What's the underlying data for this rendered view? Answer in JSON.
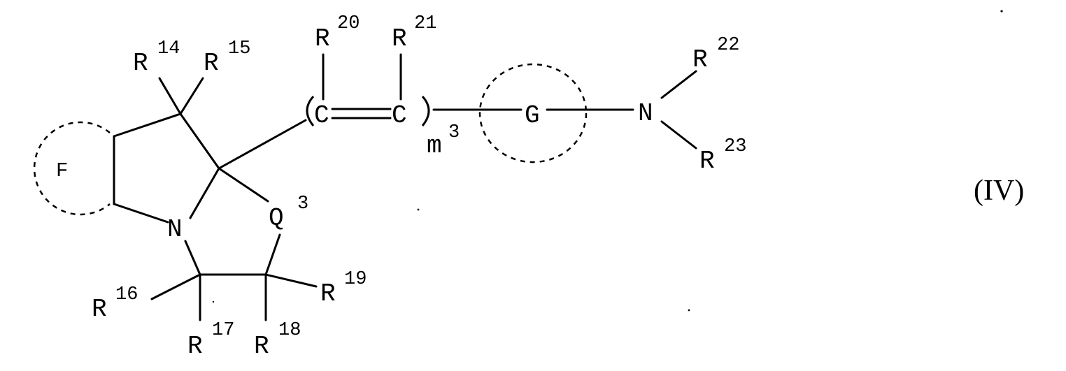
{
  "formula": {
    "equation_number": "(IV)",
    "rings": {
      "f": "F",
      "g": "G"
    },
    "atoms": {
      "n_ring": "N",
      "n_amine": "N",
      "q": "Q",
      "q_index": "3",
      "c_left": "C",
      "c_right": "C"
    },
    "repeat": {
      "letter": "m",
      "index": "3"
    },
    "substituents": {
      "r14": {
        "base": "R",
        "index": "14"
      },
      "r15": {
        "base": "R",
        "index": "15"
      },
      "r16": {
        "base": "R",
        "index": "16"
      },
      "r17": {
        "base": "R",
        "index": "17"
      },
      "r18": {
        "base": "R",
        "index": "18"
      },
      "r19": {
        "base": "R",
        "index": "19"
      },
      "r20": {
        "base": "R",
        "index": "20"
      },
      "r21": {
        "base": "R",
        "index": "21"
      },
      "r22": {
        "base": "R",
        "index": "22"
      },
      "r23": {
        "base": "R",
        "index": "23"
      }
    }
  }
}
